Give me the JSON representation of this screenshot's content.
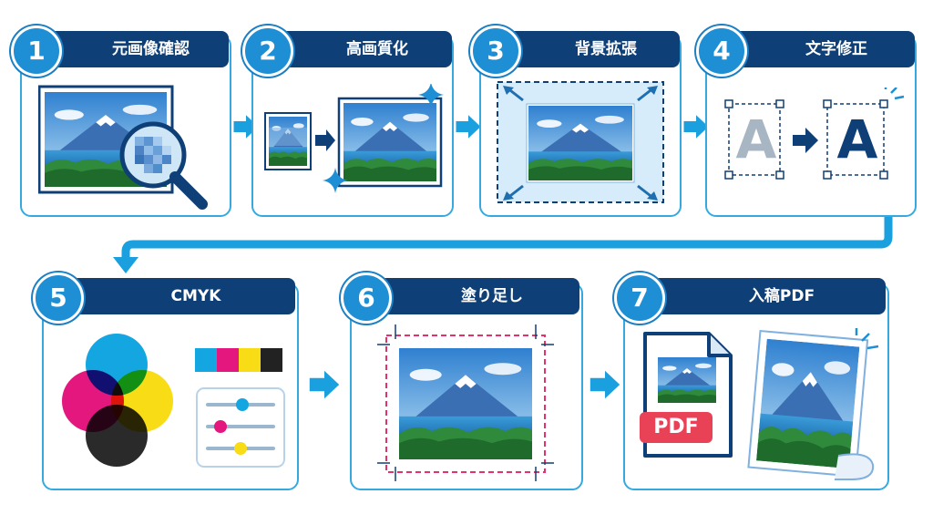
{
  "steps": [
    {
      "num": "1",
      "title": "元画像確認"
    },
    {
      "num": "2",
      "title": "高画質化"
    },
    {
      "num": "3",
      "title": "背景拡張"
    },
    {
      "num": "4",
      "title": "文字修正"
    },
    {
      "num": "5",
      "title": "CMYK"
    },
    {
      "num": "6",
      "title": "塗り足し"
    },
    {
      "num": "7",
      "title": "入稿PDF"
    }
  ],
  "step4_letters": {
    "before": "A",
    "after": "A"
  },
  "step7_badge": "PDF",
  "colors": {
    "card_border": "#35a9df",
    "header_bg": "#0f3f77",
    "badge_bg": "#1f8fd5",
    "arrow": "#1aa0df",
    "pdf_red": "#e94257",
    "bleed_line": "#e0336b"
  },
  "icons": [
    "magnifier-icon",
    "sparkle-icon",
    "expand-arrows-icon",
    "letter-icon",
    "cmyk-circles-icon",
    "sliders-icon",
    "crop-marks-icon",
    "pdf-file-icon",
    "print-sheet-icon"
  ]
}
